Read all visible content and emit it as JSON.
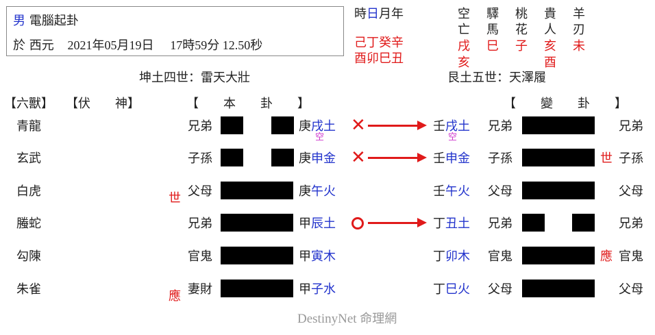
{
  "info": {
    "gender": "男",
    "method": "電腦起卦",
    "date_prefix": "於 西元",
    "date": "2021年05月19日",
    "time": "17時59分 12.50秒"
  },
  "pillars": {
    "label_shi": "時",
    "label_ri": "日",
    "label_yue": "月",
    "label_nian": "年",
    "stems": "己丁癸辛",
    "branches": "酉卯巳丑"
  },
  "stars": {
    "headers": [
      {
        "top": "空",
        "bottom": "亡"
      },
      {
        "top": "驛",
        "bottom": "馬"
      },
      {
        "top": "桃",
        "bottom": "花"
      },
      {
        "top": "貴",
        "bottom": "人"
      },
      {
        "top": "羊",
        "bottom": "刃"
      }
    ],
    "values_row1": [
      "戌",
      "巳",
      "子",
      "亥",
      "未"
    ],
    "values_row2": [
      "亥",
      "",
      "",
      "酉",
      ""
    ]
  },
  "titles": {
    "ben": "坤土四世：雷天大壯",
    "bian": "艮土五世：天澤履"
  },
  "headers": {
    "liushou": "【六獸】",
    "fushen": "【伏　　神】",
    "bengua": "【　　本　　卦　　】",
    "biangua": "【　　變　　卦　　】"
  },
  "rows": [
    {
      "beast": "青龍",
      "shiying": "",
      "relation": "兄弟",
      "line": "yin",
      "stem": "庚",
      "branch": "戌土",
      "void": "空",
      "mark": "x",
      "cstem": "壬",
      "cbranch": "戌土",
      "cvoid": "空",
      "crelation": "兄弟",
      "cline": "yang",
      "cshiying": "",
      "right": "兄弟"
    },
    {
      "beast": "玄武",
      "shiying": "",
      "relation": "子孫",
      "line": "yin",
      "stem": "庚",
      "branch": "申金",
      "void": "",
      "mark": "x",
      "cstem": "壬",
      "cbranch": "申金",
      "cvoid": "",
      "crelation": "子孫",
      "cline": "yang",
      "cshiying": "世",
      "right": "子孫"
    },
    {
      "beast": "白虎",
      "shiying": "世",
      "relation": "父母",
      "line": "yang",
      "stem": "庚",
      "branch": "午火",
      "void": "",
      "mark": "",
      "cstem": "壬",
      "cbranch": "午火",
      "cvoid": "",
      "crelation": "父母",
      "cline": "yang",
      "cshiying": "",
      "right": "父母"
    },
    {
      "beast": "螣蛇",
      "shiying": "",
      "relation": "兄弟",
      "line": "yang",
      "stem": "甲",
      "branch": "辰土",
      "void": "",
      "mark": "o",
      "cstem": "丁",
      "cbranch": "丑土",
      "cvoid": "",
      "crelation": "兄弟",
      "cline": "yin",
      "cshiying": "",
      "right": "兄弟"
    },
    {
      "beast": "勾陳",
      "shiying": "",
      "relation": "官鬼",
      "line": "yang",
      "stem": "甲",
      "branch": "寅木",
      "void": "",
      "mark": "",
      "cstem": "丁",
      "cbranch": "卯木",
      "cvoid": "",
      "crelation": "官鬼",
      "cline": "yang",
      "cshiying": "應",
      "right": "官鬼"
    },
    {
      "beast": "朱雀",
      "shiying": "應",
      "relation": "妻財",
      "line": "yang",
      "stem": "甲",
      "branch": "子水",
      "void": "",
      "mark": "",
      "cstem": "丁",
      "cbranch": "巳火",
      "cvoid": "",
      "crelation": "父母",
      "cline": "yang",
      "cshiying": "",
      "right": "父母"
    }
  ],
  "footer": {
    "brand": "DestinyNet",
    "cn": "命理網"
  },
  "colors": {
    "blue": "#2233cc",
    "red": "#e01a1a",
    "pink": "#cc33cc"
  }
}
